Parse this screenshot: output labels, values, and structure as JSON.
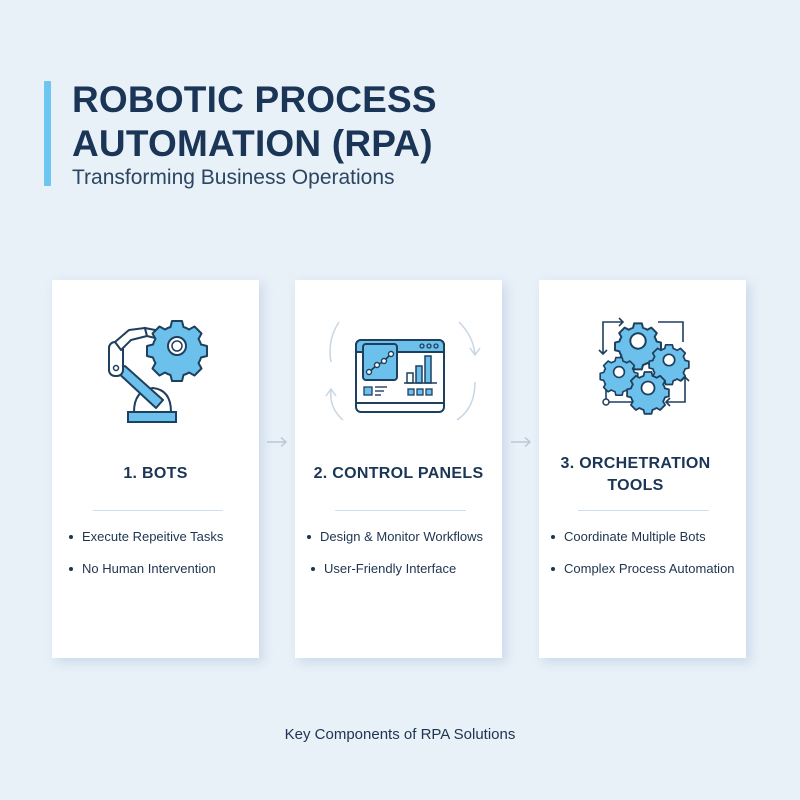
{
  "header": {
    "title_line1": "ROBOTIC PROCESS",
    "title_line2": "AUTOMATION (RPA)",
    "subtitle": "Transforming Business Operations"
  },
  "colors": {
    "background": "#e8f0f8",
    "accent": "#6cc6ef",
    "title": "#1a3556",
    "icon_fill": "#6cc0ec",
    "icon_stroke": "#1e3f5e"
  },
  "cards": [
    {
      "icon": "robot-arm-gear-icon",
      "title_line1": "1. BOTS",
      "title_line2": "",
      "bullets": [
        "Execute Repeitive Tasks",
        "No Human Intervention"
      ]
    },
    {
      "icon": "dashboard-cycle-icon",
      "title_line1": "2. CONTROL PANELS",
      "title_line2": "",
      "bullets": [
        "Design & Monitor Workflows",
        "User-Friendly Interface"
      ]
    },
    {
      "icon": "orchestration-gears-icon",
      "title_line1": "3. ORCHETRATION",
      "title_line2": "TOOLS",
      "bullets": [
        "Coordinate Multiple Bots",
        "Complex Process Automation"
      ]
    }
  ],
  "connectors": [
    "arrow-right-icon",
    "arrow-right-icon"
  ],
  "footer": {
    "caption": "Key Components of RPA Solutions"
  }
}
